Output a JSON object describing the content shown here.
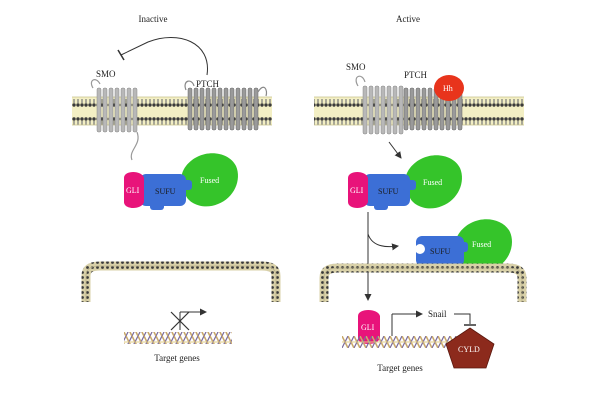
{
  "inactive": {
    "heading": "Inactive",
    "smo_label": "SMO",
    "ptch_label": "PTCH",
    "gli_label": "GLI",
    "sufu_label": "SUFU",
    "fused_label": "Fused",
    "target_label": "Target genes"
  },
  "active": {
    "heading": "Active",
    "smo_label": "SMO",
    "ptch_label": "PTCH",
    "hh_label": "Hh",
    "gli_label": "GLI",
    "sufu_label": "SUFU",
    "fused_label": "Fused",
    "sufu_free_label": "SUFU",
    "fused_free_label": "Fused",
    "gli_nuclear_label": "GLI",
    "snail_label": "Snail",
    "cyld_label": "CYLD",
    "target_label": "Target genes"
  },
  "colors": {
    "membrane": "#f3efc4",
    "receptor": "#b8b8b8",
    "receptor_dark": "#888888",
    "gli": "#e8137a",
    "sufu": "#3c6fd6",
    "fused": "#35c42a",
    "hh": "#e8341c",
    "cyld": "#8c2a1c",
    "nuclear_envelope": "#d8d0a8",
    "dna": "#c9a96c"
  }
}
